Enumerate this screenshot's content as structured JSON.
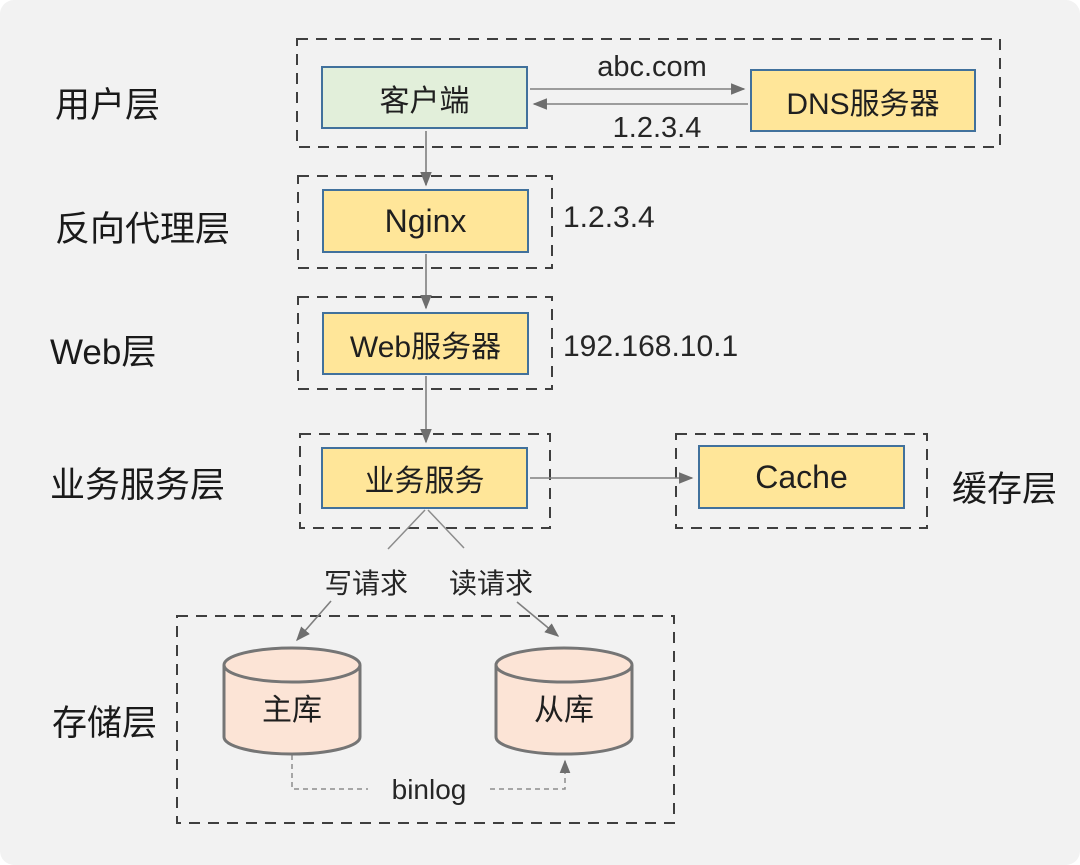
{
  "layers": {
    "user": {
      "label": "用户层"
    },
    "proxy": {
      "label": "反向代理层",
      "ip": "1.2.3.4"
    },
    "web": {
      "label": "Web层",
      "ip": "192.168.10.1"
    },
    "service": {
      "label": "业务服务层"
    },
    "cache": {
      "label": "缓存层"
    },
    "storage": {
      "label": "存储层"
    }
  },
  "nodes": {
    "client": {
      "label": "客户端"
    },
    "dns": {
      "label": "DNS服务器"
    },
    "nginx": {
      "label": "Nginx"
    },
    "web_server": {
      "label": "Web服务器"
    },
    "app_service": {
      "label": "业务服务"
    },
    "cache": {
      "label": "Cache"
    },
    "master_db": {
      "label": "主库"
    },
    "slave_db": {
      "label": "从库"
    }
  },
  "edges": {
    "dns_query": {
      "label": "abc.com"
    },
    "dns_answer": {
      "label": "1.2.3.4"
    },
    "write": {
      "label": "写请求"
    },
    "read": {
      "label": "读请求"
    },
    "binlog": {
      "label": "binlog"
    }
  },
  "colors": {
    "background": "#F2F2F2",
    "box_yellow": "#FFE699",
    "box_green": "#E2EFDA",
    "box_border": "#41719C",
    "cylinder_fill": "#FCE4D6",
    "cylinder_border": "#757575",
    "dashed_border": "#3F3F3F",
    "arrow": "#7F7F7F"
  }
}
